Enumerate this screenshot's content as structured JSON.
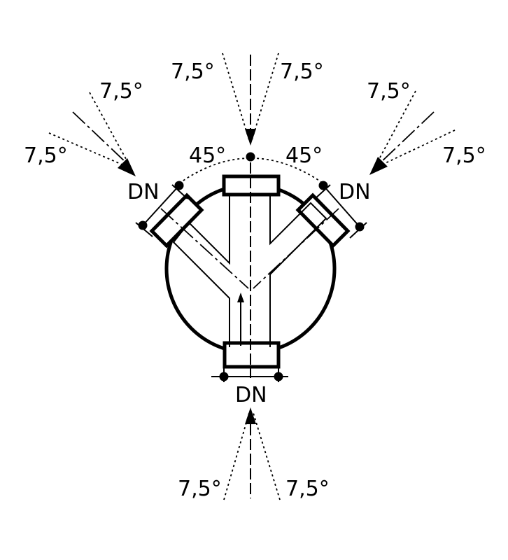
{
  "diagram": {
    "angle_labels": {
      "top_left": "7,5°",
      "top_right": "7,5°",
      "upper_left_a": "7,5°",
      "upper_left_b": "7,5°",
      "upper_right_a": "7,5°",
      "upper_right_b": "7,5°",
      "bottom_left": "7,5°",
      "bottom_right": "7,5°"
    },
    "branch_angle_labels": {
      "left": "45°",
      "right": "45°"
    },
    "dn_labels": {
      "left": "DN",
      "right": "DN",
      "bottom": "DN"
    }
  }
}
